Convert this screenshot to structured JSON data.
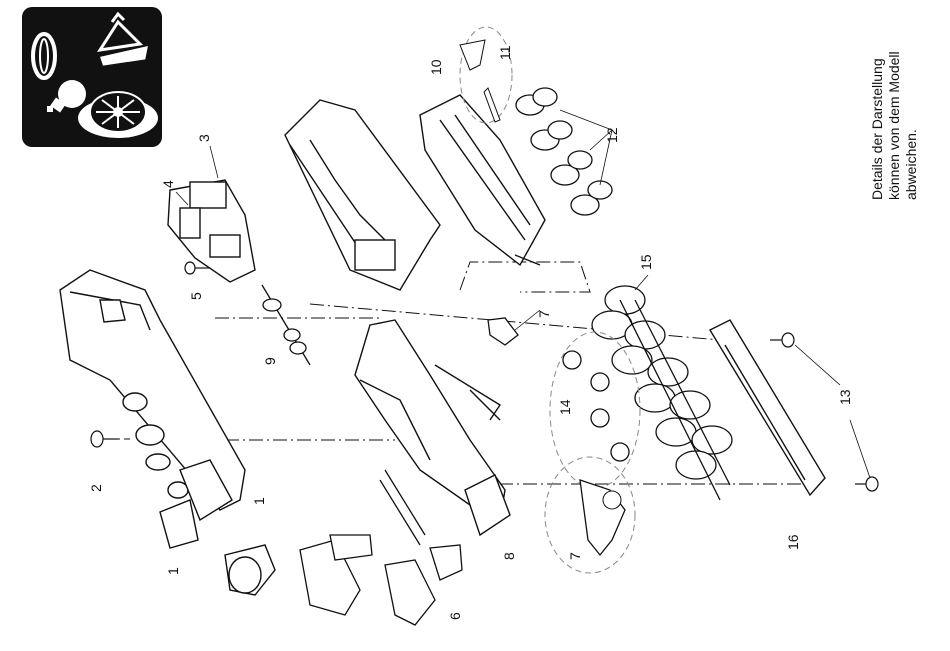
{
  "note": {
    "lines": [
      "Details der Darstellung",
      "können von dem Modell",
      "abweichen."
    ]
  },
  "icon_panel": {
    "background": "#111111",
    "icons": [
      "brush-icon",
      "oil-can-icon",
      "light-bulb-icon",
      "wheel-icon"
    ]
  },
  "part_labels": {
    "p1a": "1",
    "p1b": "1",
    "p2": "2",
    "p3": "3",
    "p4": "4",
    "p5": "5",
    "p6": "6",
    "p7a": "7",
    "p7b": "7",
    "p8": "8",
    "p9": "9",
    "p10": "10",
    "p11": "11",
    "p12": "12",
    "p13": "13",
    "p14": "14",
    "p15": "15",
    "p16": "16"
  }
}
